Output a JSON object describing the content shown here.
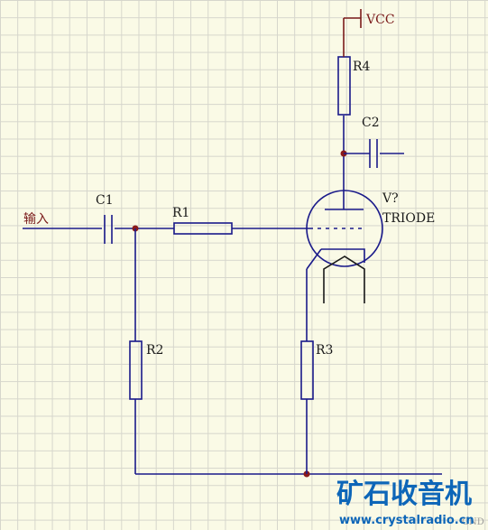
{
  "labels": {
    "input": "输入",
    "c1": "C1",
    "r1": "R1",
    "r2": "R2",
    "r3": "R3",
    "r4": "R4",
    "c2": "C2",
    "vcc": "VCC",
    "tube_ref": "V?",
    "tube_type": "TRIODE",
    "gnd": "GND"
  },
  "watermark": {
    "site_name": "矿石收音机",
    "url": "www.crystalradio.cn"
  },
  "colors": {
    "wire": "#1a1a8a",
    "power": "#7a1a1a",
    "junction": "#8a1a1a",
    "watermark": "#0d66b8",
    "background": "#fafae6"
  }
}
